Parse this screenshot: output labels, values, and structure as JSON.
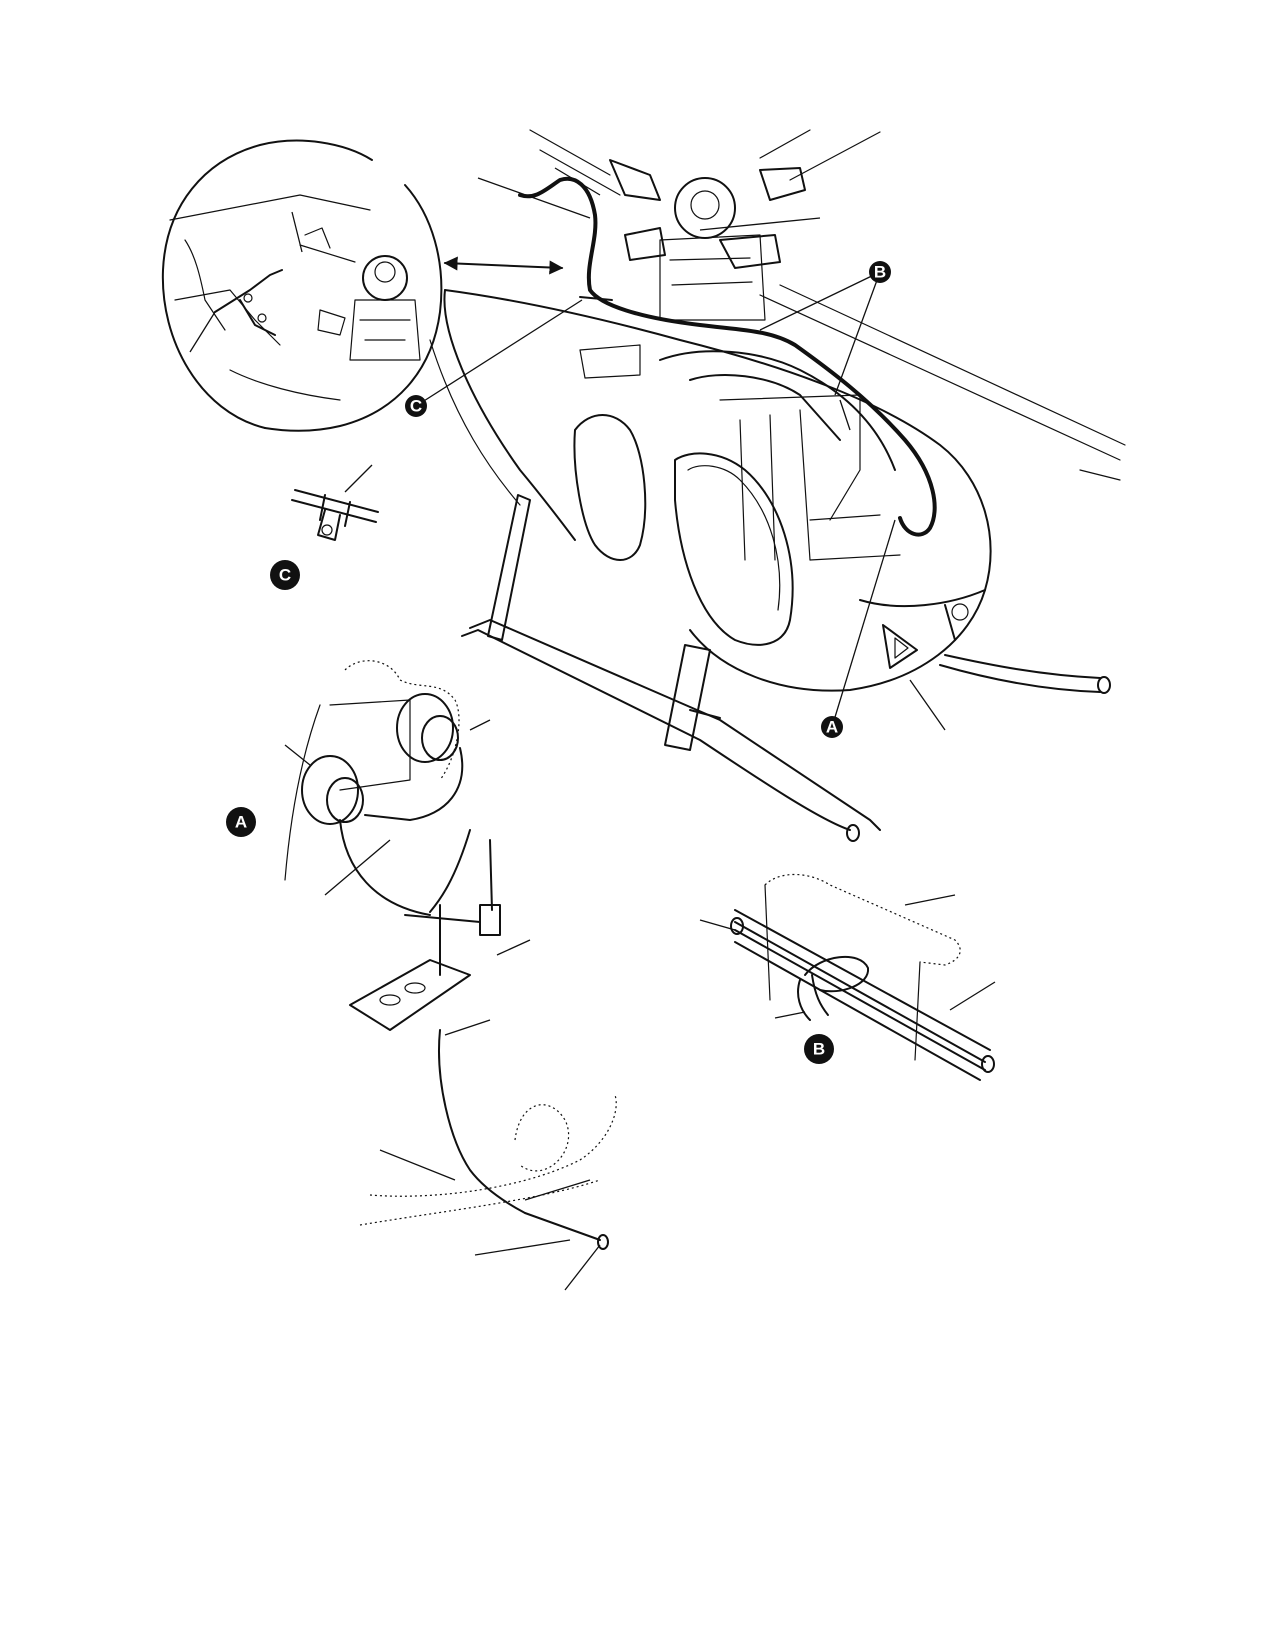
{
  "callouts": {
    "a": "A",
    "b": "B",
    "c": "C"
  },
  "colors": {
    "ink": "#111111",
    "paper": "#ffffff"
  }
}
